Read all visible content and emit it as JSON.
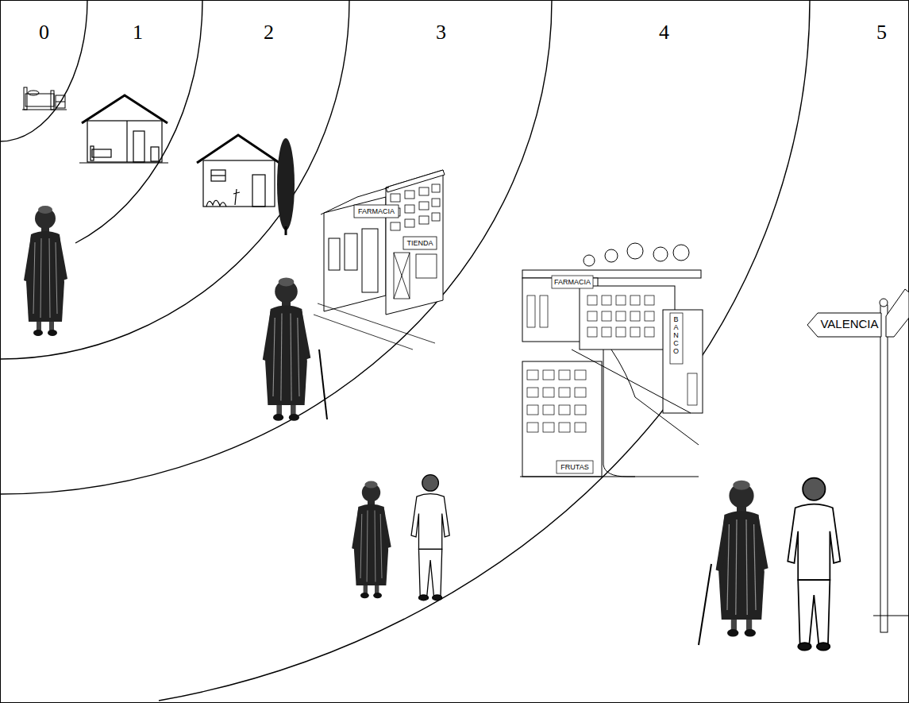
{
  "diagram": {
    "labels": [
      "0",
      "1",
      "2",
      "3",
      "4",
      "5",
      "FARMACIA",
      "TIENDA",
      "FARMACIA",
      "BANCO",
      "FRUTAS",
      "VALENCIA"
    ]
  }
}
